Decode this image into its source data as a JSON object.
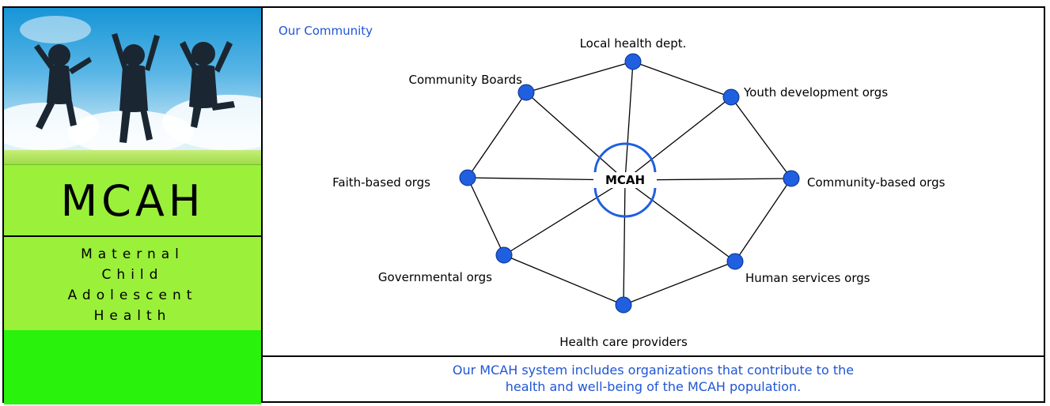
{
  "sidebar": {
    "title": "MCAH",
    "words": [
      "Maternal",
      "Child",
      "Adolescent",
      "Health"
    ]
  },
  "diagram": {
    "heading": "Our Community",
    "center_label": "MCAH",
    "nodes": [
      {
        "label": "Local health dept."
      },
      {
        "label": "Youth development orgs"
      },
      {
        "label": "Community-based orgs"
      },
      {
        "label": "Human services orgs"
      },
      {
        "label": "Health care providers"
      },
      {
        "label": "Governmental orgs"
      },
      {
        "label": "Faith-based orgs"
      },
      {
        "label": "Community Boards"
      }
    ]
  },
  "caption": {
    "line1": "Our MCAH system includes organizations that contribute to the",
    "line2": "health and well-being of the MCAH population."
  },
  "colors": {
    "node_fill": "#1f5fe0",
    "accent_text": "#1f55d6",
    "lime": "#9bf03a",
    "bright_green": "#29f20c"
  }
}
